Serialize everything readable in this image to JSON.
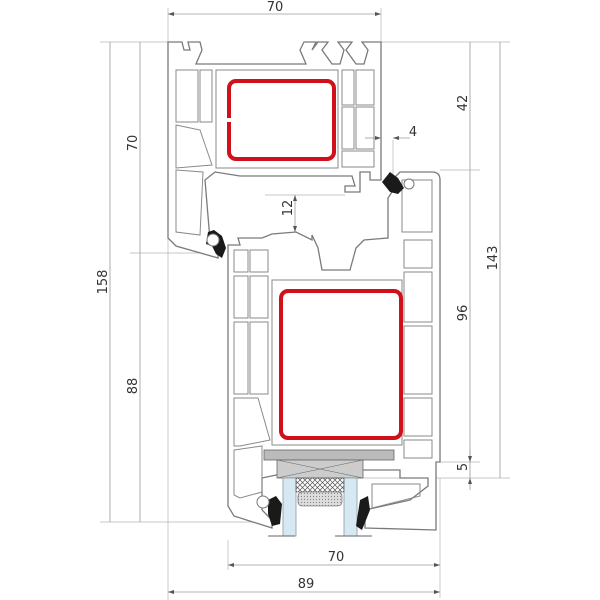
{
  "dimensions": {
    "top_width": "70",
    "gap_right": "4",
    "overlap_gap": "12",
    "sash_height_right": "42",
    "total_height_right": "143",
    "frame_height_right": "96",
    "small_bottom": "5",
    "bottom_frame_width": "70",
    "bottom_total_width": "89",
    "total_height_left": "158",
    "sash_height_left": "70",
    "frame_height_left": "88"
  },
  "colors": {
    "reinforcement": "#d0101a",
    "profile_outline": "#7a7a7a",
    "gasket": "#1a1a1a",
    "glass": "#d6e8f2",
    "dimension_lines": "#9a9a9a"
  }
}
